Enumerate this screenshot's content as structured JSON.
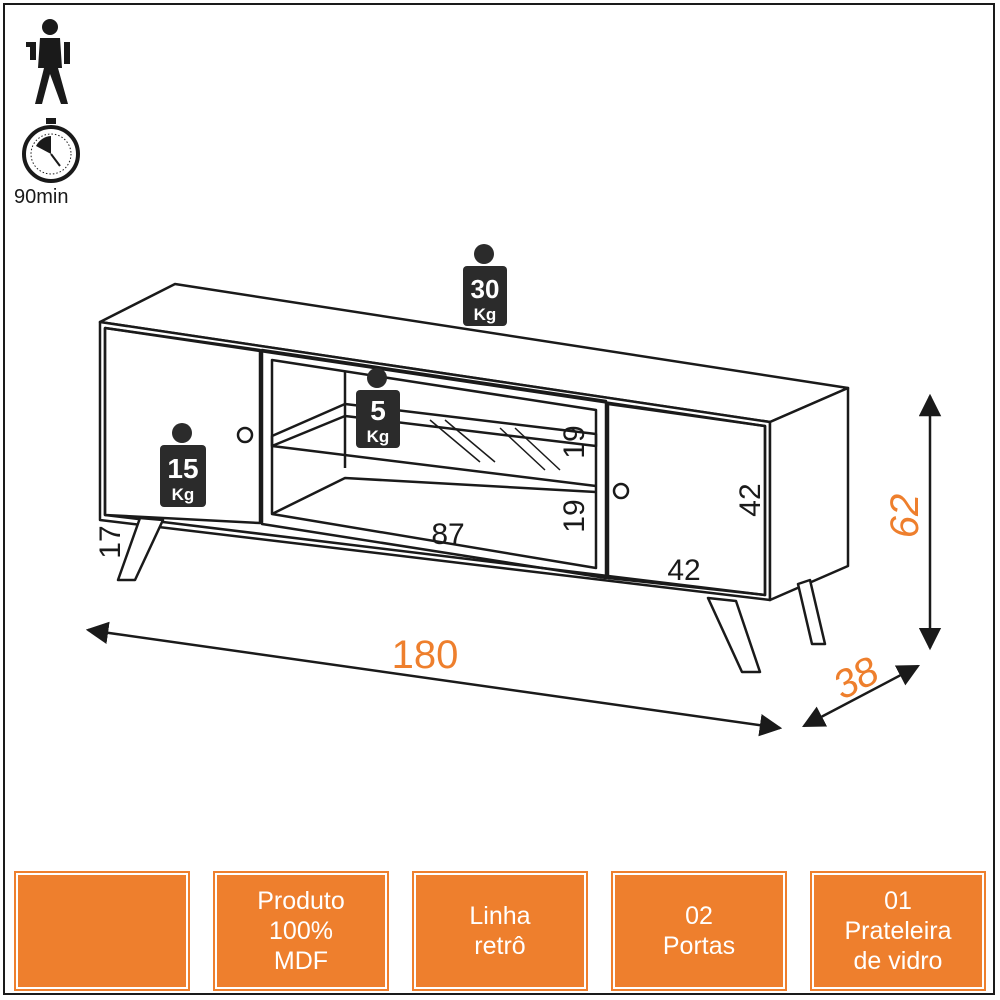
{
  "assembly": {
    "time_label": "90min",
    "worker_icon": "assembler-person-icon",
    "clock_icon": "stopwatch-icon"
  },
  "weights": {
    "top": {
      "number": "30",
      "unit": "Kg"
    },
    "shelf": {
      "number": "5",
      "unit": "Kg"
    },
    "door": {
      "number": "15",
      "unit": "Kg"
    }
  },
  "dimensions": {
    "width": "180",
    "height": "62",
    "depth": "38",
    "leg_height": "17",
    "niche_width": "87",
    "niche_upper": "19",
    "niche_lower": "19",
    "door_width": "42",
    "door_height": "42"
  },
  "features": [
    {
      "text": ""
    },
    {
      "text": "Produto\n100%\nMDF"
    },
    {
      "text": "Linha\nretrô"
    },
    {
      "text": "02\nPortas"
    },
    {
      "text": "01\nPrateleira\nde vidro"
    }
  ],
  "colors": {
    "accent": "#ee7f2d",
    "line": "#1a1a1a",
    "weight_badge": "#2b2b2b"
  }
}
